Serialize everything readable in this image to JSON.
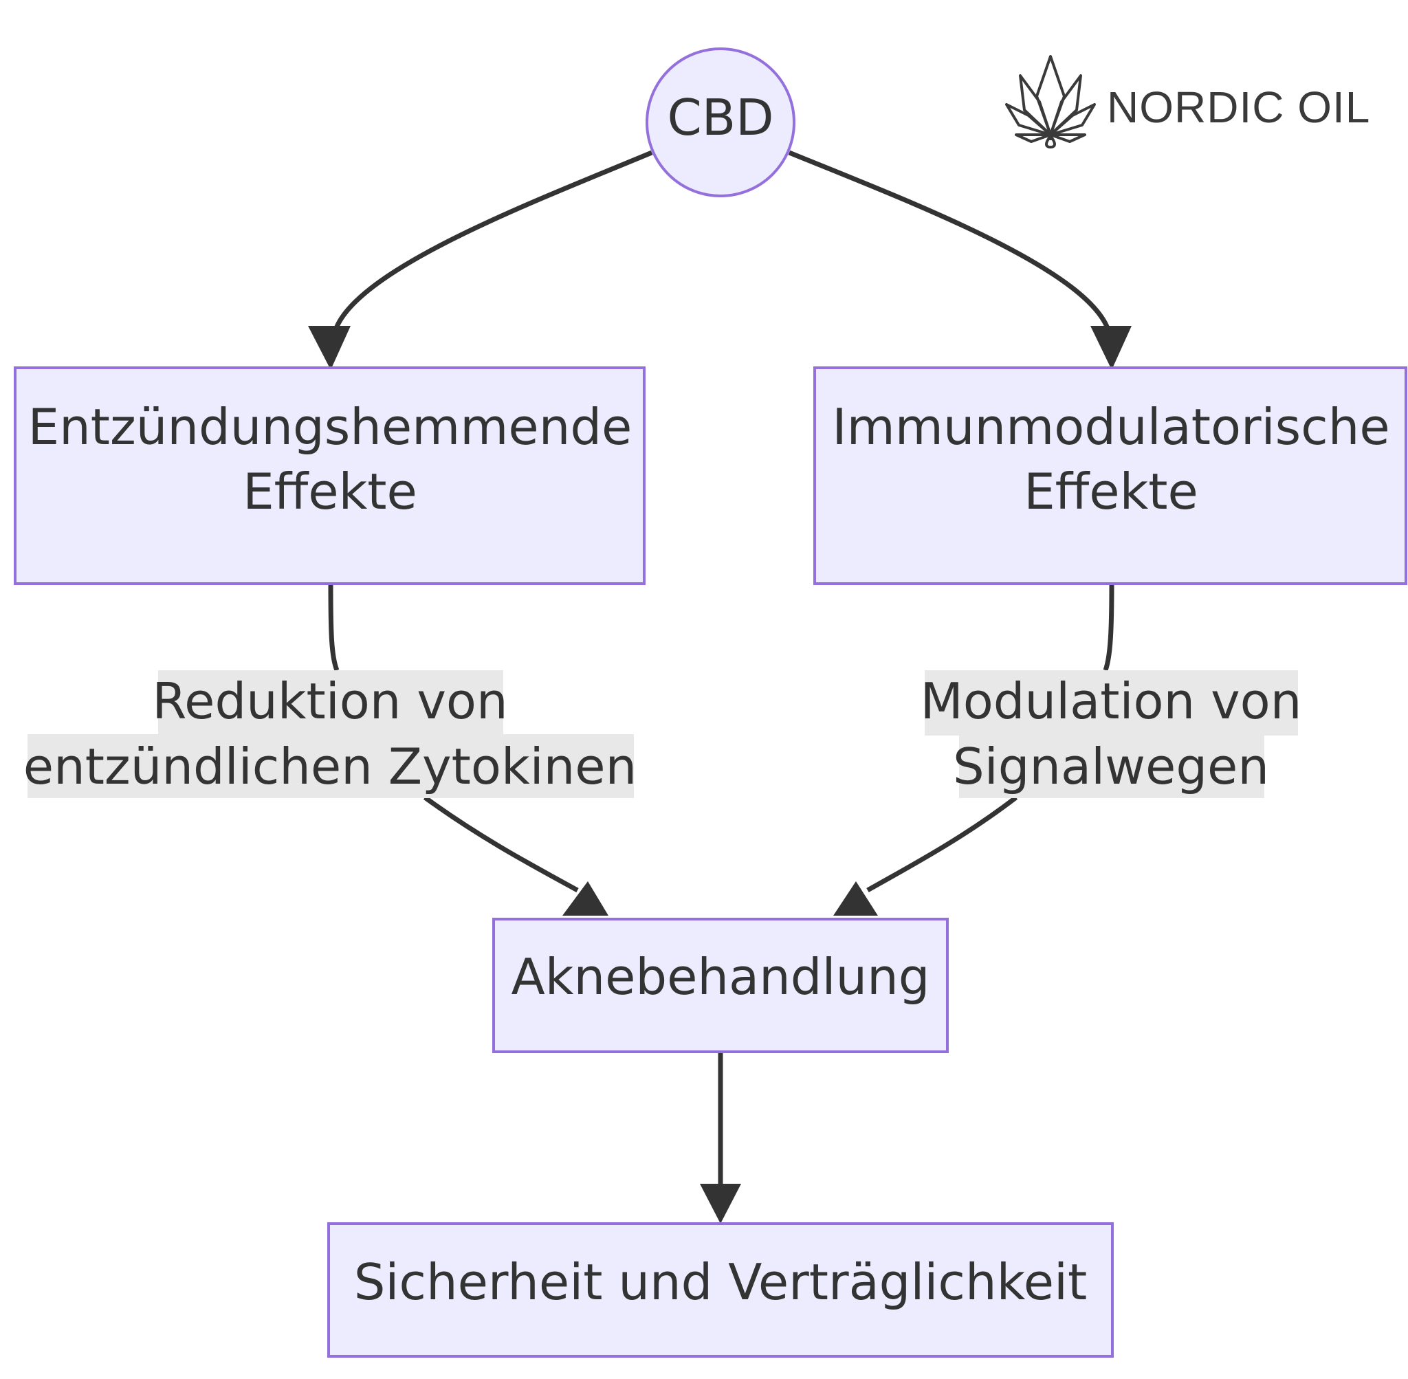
{
  "brand": {
    "name": "NORDIC OIL",
    "icon": "cannabis-leaf-icon"
  },
  "colors": {
    "node_fill": "#ececfe",
    "node_stroke": "#9370db",
    "edge": "#333333",
    "label_bg": "#e8e8e8",
    "text": "#333333"
  },
  "nodes": {
    "cbd": "CBD",
    "anti_inflammatory": [
      "Entzündungshemmende",
      "Effekte"
    ],
    "immunomodulatory": [
      "Immunmodulatorische",
      "Effekte"
    ],
    "acne_treatment": "Aknebehandlung",
    "safety": "Sicherheit und Verträglichkeit"
  },
  "edges": {
    "cytokines_label": [
      "Reduktion von",
      "entzündlichen Zytokinen"
    ],
    "signaling_label": [
      "Modulation von",
      "Signalwegen"
    ]
  }
}
